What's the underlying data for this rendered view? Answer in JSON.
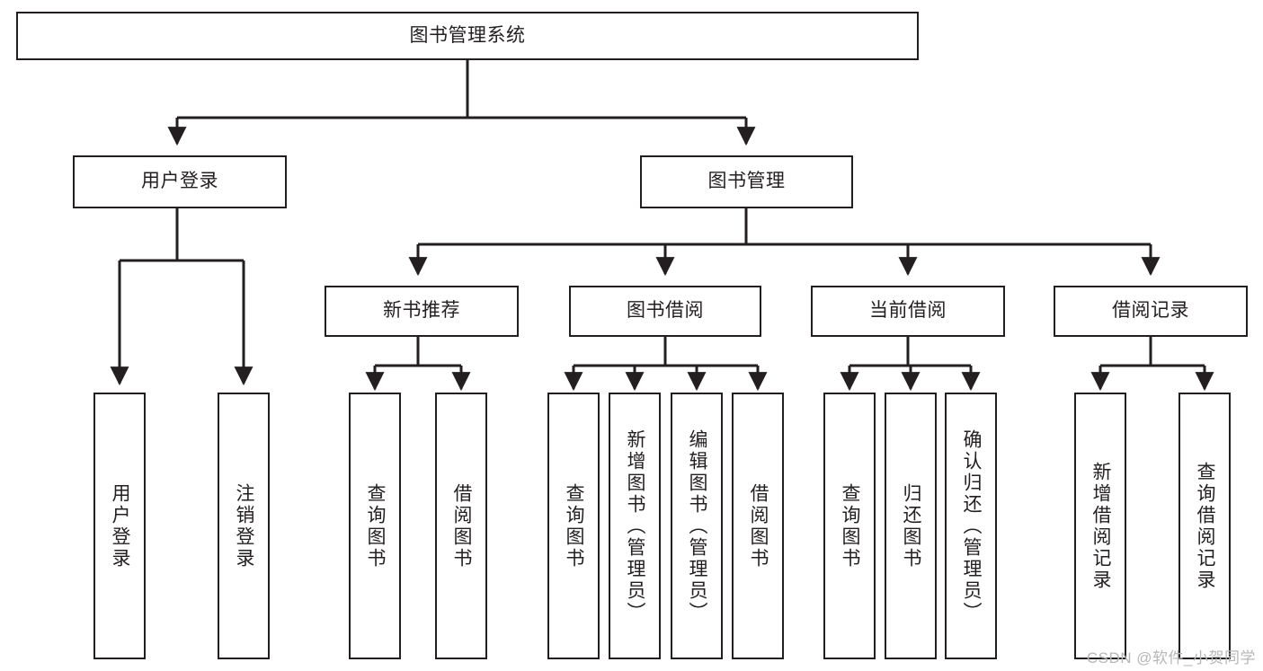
{
  "diagram": {
    "title": "图书管理系统",
    "type": "hierarchy-tree",
    "line_color": "#231f20",
    "box_fill": "#ffffff",
    "watermark": "CSDN @软件_小贺同学",
    "nodes": {
      "root": {
        "label": "图书管理系统"
      },
      "level2": [
        {
          "id": "user-login",
          "label": "用户登录"
        },
        {
          "id": "book-manage",
          "label": "图书管理"
        }
      ],
      "level3": [
        {
          "id": "new-book-recommend",
          "label": "新书推荐"
        },
        {
          "id": "book-borrow",
          "label": "图书借阅"
        },
        {
          "id": "current-borrow",
          "label": "当前借阅"
        },
        {
          "id": "borrow-record",
          "label": "借阅记录"
        }
      ],
      "leaves": {
        "user_login": [
          {
            "id": "leaf-user-login",
            "label": "用户登录"
          },
          {
            "id": "leaf-logout",
            "label": "注销登录"
          }
        ],
        "new_book_recommend": [
          {
            "id": "leaf-query-book-1",
            "label": "查询图书"
          },
          {
            "id": "leaf-borrow-book-1",
            "label": "借阅图书"
          }
        ],
        "book_borrow": [
          {
            "id": "leaf-query-book-2",
            "label": "查询图书"
          },
          {
            "id": "leaf-add-book",
            "label": "新增图书（管理员）"
          },
          {
            "id": "leaf-edit-book",
            "label": "编辑图书（管理员）"
          },
          {
            "id": "leaf-borrow-book-2",
            "label": "借阅图书"
          }
        ],
        "current_borrow": [
          {
            "id": "leaf-query-book-3",
            "label": "查询图书"
          },
          {
            "id": "leaf-return-book",
            "label": "归还图书"
          },
          {
            "id": "leaf-confirm-return",
            "label": "确认归还（管理员）"
          }
        ],
        "borrow_record": [
          {
            "id": "leaf-add-record",
            "label": "新增借阅记录"
          },
          {
            "id": "leaf-query-record",
            "label": "查询借阅记录"
          }
        ]
      }
    }
  }
}
